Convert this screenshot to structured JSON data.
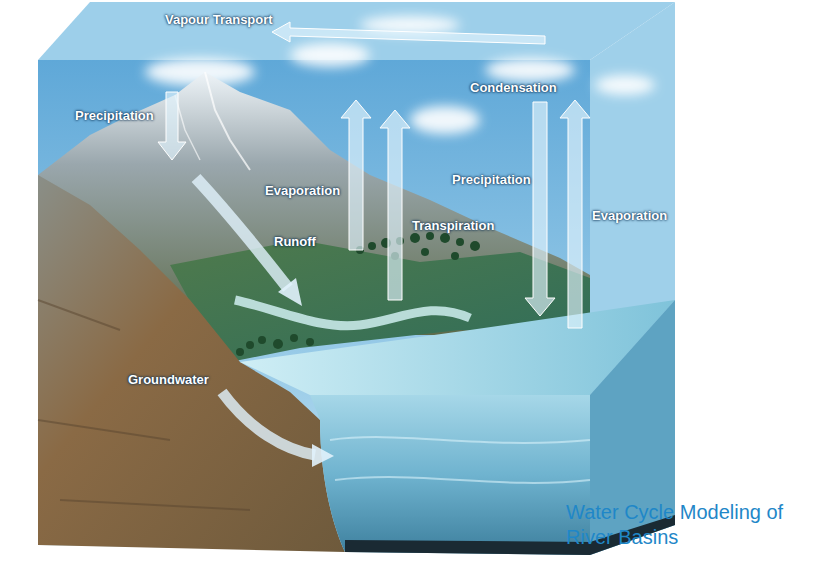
{
  "diagram": {
    "title": "Water Cycle Modeling of River Basins",
    "labels": [
      "Vapour Transport",
      "Precipitation",
      "Condensation",
      "Evaporation",
      "Runoff",
      "Transpiration",
      "Precipitation",
      "Evaporation",
      "Groundwater"
    ]
  }
}
